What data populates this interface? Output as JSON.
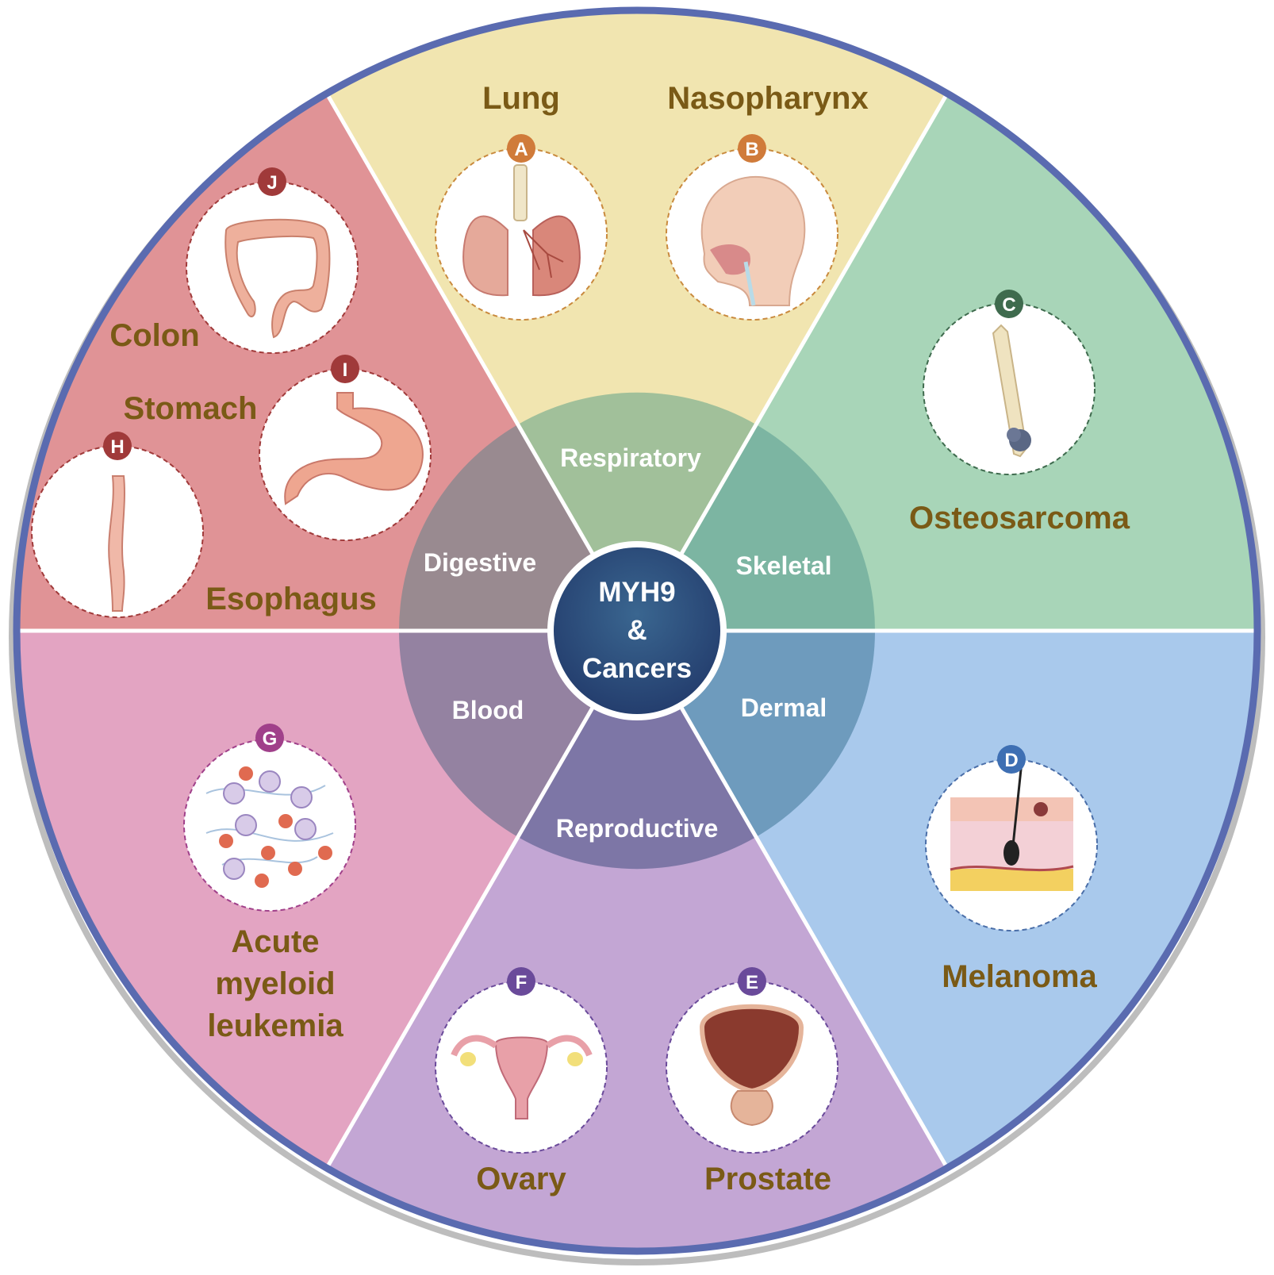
{
  "center": {
    "line1": "MYH9",
    "line2": "&",
    "line3": "Cancers"
  },
  "systems": {
    "respiratory": "Respiratory",
    "skeletal": "Skeletal",
    "dermal": "Dermal",
    "reproductive": "Reproductive",
    "blood": "Blood",
    "digestive": "Digestive"
  },
  "cancers": {
    "lung": "Lung",
    "nasopharynx": "Nasopharynx",
    "osteosarcoma": "Osteosarcoma",
    "melanoma": "Melanoma",
    "prostate": "Prostate",
    "ovary": "Ovary",
    "aml_line1": "Acute",
    "aml_line2": "myeloid",
    "aml_line3": "leukemia",
    "esophagus": "Esophagus",
    "stomach": "Stomach",
    "colon": "Colon"
  },
  "badges": {
    "a": "A",
    "b": "B",
    "c": "C",
    "d": "D",
    "e": "E",
    "f": "F",
    "g": "G",
    "h": "H",
    "i": "I",
    "j": "J"
  },
  "colors": {
    "respiratory": "#f1e5b0",
    "skeletal": "#a8d5b8",
    "dermal": "#a9c9ec",
    "reproductive": "#c3a6d4",
    "blood": "#e3a4c2",
    "digestive": "#e09396",
    "outer_ring": "#5a6bb0",
    "center": "#2a4a78",
    "cancer_text": "#7a5a16"
  }
}
